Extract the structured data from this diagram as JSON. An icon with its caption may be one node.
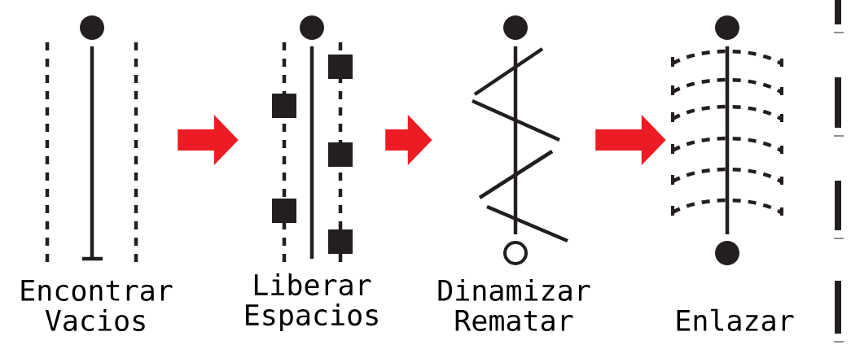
{
  "diagram": {
    "nodes": [
      {
        "text": [
          "Encontrar Vacios"
        ]
      },
      {
        "text": [
          "Liberar Espacios"
        ]
      },
      {
        "text": [
          "Dinamizar Rematar"
        ]
      },
      {
        "text": [
          "Enlazar"
        ]
      }
    ],
    "edges": [
      {
        "from": 0,
        "to": 1,
        "arrow": "to"
      },
      {
        "from": 1,
        "to": 2,
        "arrow": "to"
      },
      {
        "from": 2,
        "to": 3,
        "arrow": "to"
      }
    ]
  }
}
